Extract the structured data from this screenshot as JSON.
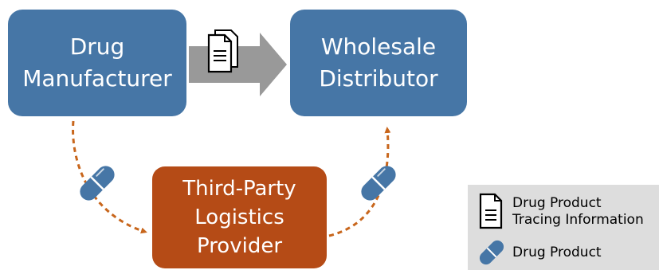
{
  "nodes": {
    "manufacturer": {
      "lines": [
        "Drug",
        "Manufacturer"
      ],
      "color": "#4676a6"
    },
    "distributor": {
      "lines": [
        "Wholesale",
        "Distributor"
      ],
      "color": "#4676a6"
    },
    "third_party": {
      "lines": [
        "Third-Party",
        "Logistics",
        "Provider"
      ],
      "color": "#b54b16"
    }
  },
  "edges": [
    {
      "from": "manufacturer",
      "to": "distributor",
      "style": "solid-gray",
      "carries": "document-icon"
    },
    {
      "from": "manufacturer",
      "to": "third_party",
      "style": "dashed-orange",
      "carries": "pill-icon"
    },
    {
      "from": "third_party",
      "to": "distributor",
      "style": "dashed-orange",
      "carries": "pill-icon"
    }
  ],
  "legend": {
    "items": [
      {
        "icon": "document-icon",
        "lines": [
          "Drug Product",
          "Tracing Information"
        ]
      },
      {
        "icon": "pill-icon",
        "lines": [
          "Drug Product"
        ]
      }
    ],
    "background": "#dddddd"
  },
  "colors": {
    "flow_arrow": "#999999",
    "dashed_arrow": "#c8661c",
    "pill": "#4676a6"
  }
}
